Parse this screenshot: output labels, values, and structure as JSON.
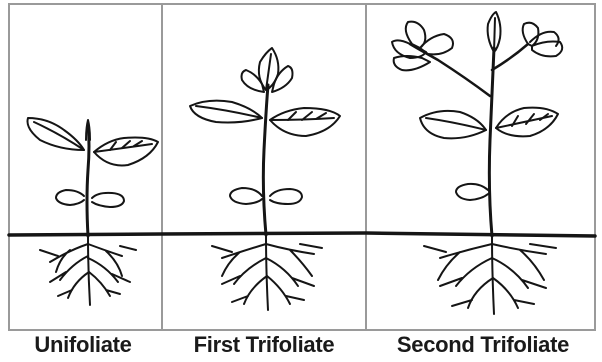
{
  "figure": {
    "panels": [
      {
        "label": "Unifoliate"
      },
      {
        "label": "First Trifoliate"
      },
      {
        "label": "Second Trifoliate"
      }
    ],
    "colors": {
      "ink": "#151515",
      "background": "#ffffff",
      "panel_border": "#9a9a9a"
    }
  }
}
